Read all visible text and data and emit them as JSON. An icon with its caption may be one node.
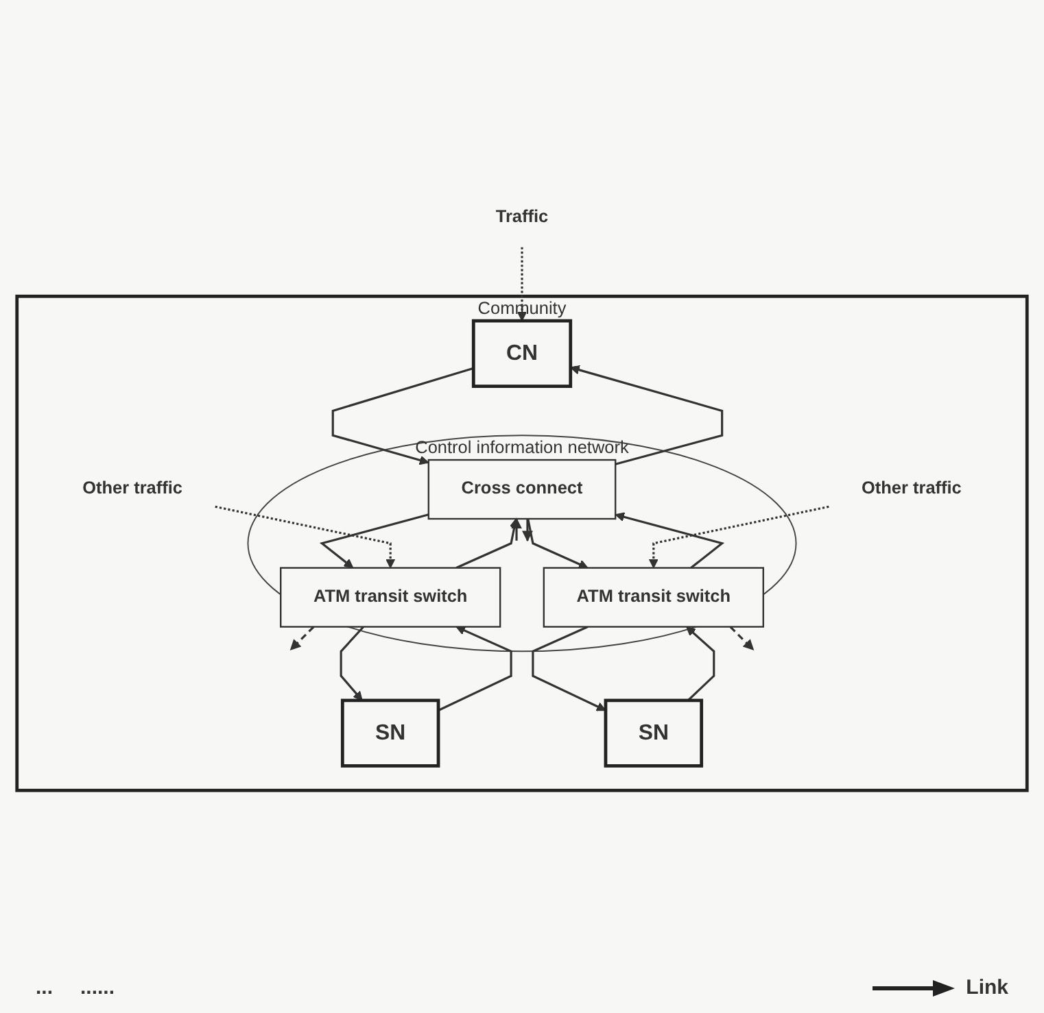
{
  "diagram": {
    "nodes": [
      {
        "text": [
          "Community"
        ]
      },
      {
        "text": [
          "CN"
        ],
        "in": 0
      },
      {
        "text": [
          "Control information network"
        ],
        "in": 0
      },
      {
        "text": [
          "Cross connect"
        ],
        "in": 2
      },
      {
        "text": [
          "ATM transit switch"
        ],
        "in": 2
      },
      {
        "text": [
          "ATM transit switch"
        ],
        "in": 2
      },
      {
        "text": [
          "SN"
        ],
        "in": 0
      },
      {
        "text": [
          "SN"
        ],
        "in": 0
      },
      {
        "text": [
          "Traffic"
        ]
      },
      {
        "text": [
          "Other traffic"
        ],
        "in": 0
      },
      {
        "text": [
          "Other traffic"
        ],
        "in": 0
      }
    ],
    "edges": [
      {
        "from": 8,
        "to": 1,
        "arrow": "to",
        "style": "dashed"
      },
      {
        "from": 3,
        "to": 1,
        "arrow": "to"
      },
      {
        "from": 1,
        "to": 3,
        "arrow": "to"
      },
      {
        "from": 4,
        "to": 3,
        "arrow": "to"
      },
      {
        "from": 3,
        "to": 4,
        "arrow": "to"
      },
      {
        "from": null,
        "to": 3,
        "arrow": "to"
      },
      {
        "from": 3,
        "to": null,
        "arrow": "to"
      },
      {
        "from": 5,
        "to": 3,
        "arrow": "to"
      },
      {
        "from": 3,
        "to": 5,
        "arrow": "to"
      },
      {
        "from": 9,
        "to": 4,
        "arrow": "to",
        "style": "dashed"
      },
      {
        "from": 10,
        "to": 5,
        "arrow": "to",
        "style": "dashed"
      },
      {
        "from": 4,
        "to": null,
        "arrow": "to",
        "style": "dashed"
      },
      {
        "from": 5,
        "to": null,
        "arrow": "to",
        "style": "dashed"
      },
      {
        "from": 6,
        "to": 4,
        "arrow": "to"
      },
      {
        "from": 4,
        "to": 6,
        "arrow": "to"
      },
      {
        "from": 7,
        "to": 5,
        "arrow": "to"
      },
      {
        "from": 5,
        "to": 7,
        "arrow": "to"
      }
    ],
    "labels": [
      "...",
      "......"
    ],
    "legend": [
      {
        "text": "Link"
      }
    ]
  }
}
